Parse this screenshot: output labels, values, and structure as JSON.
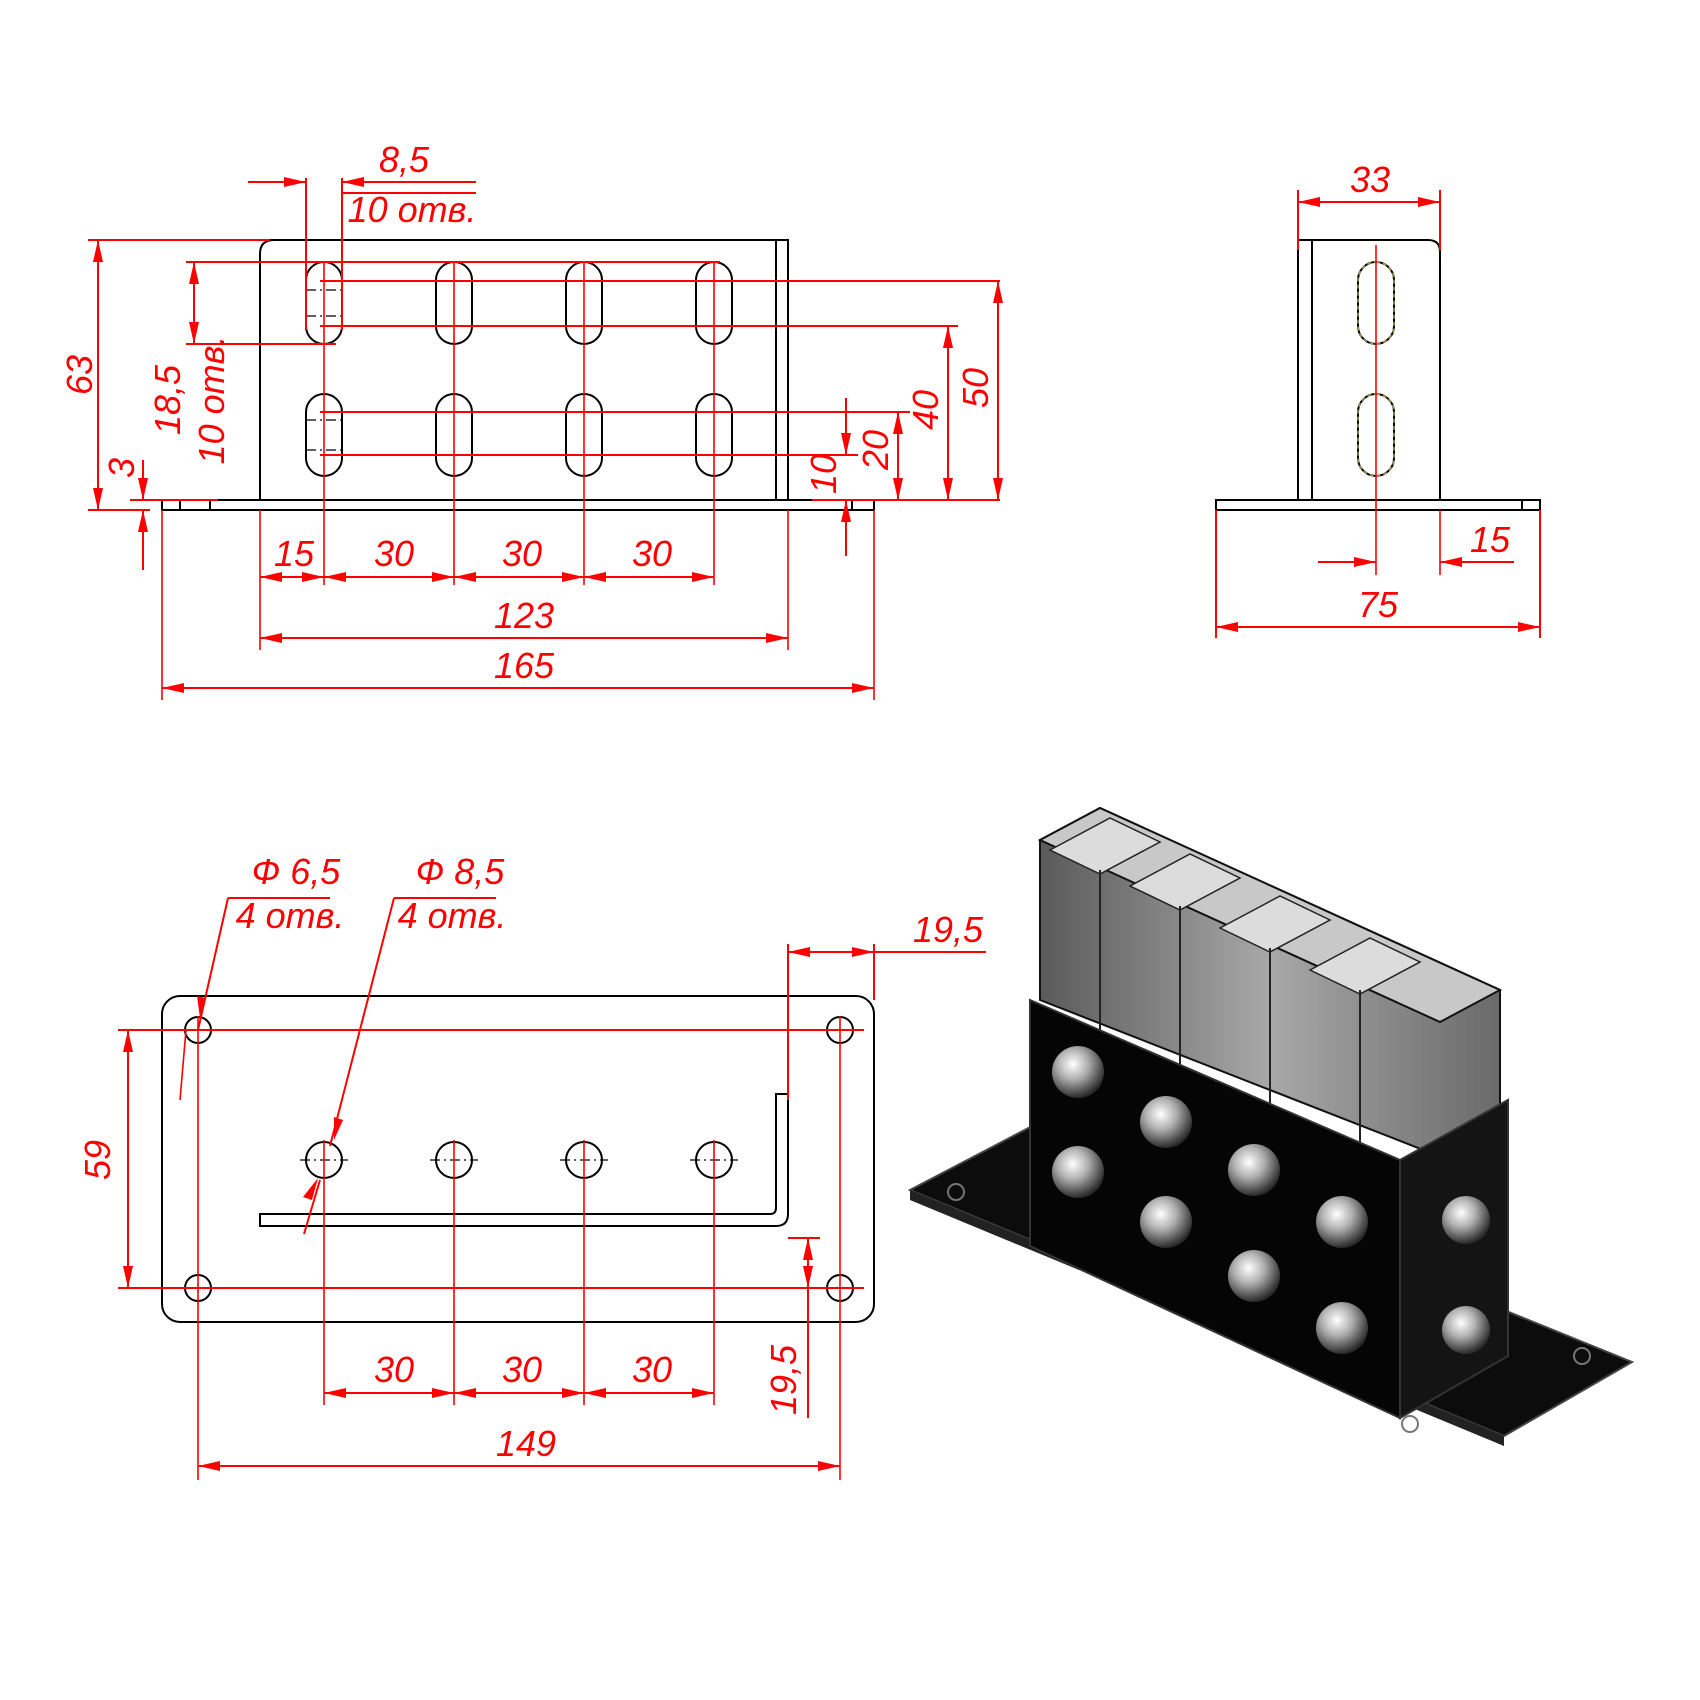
{
  "front_view": {
    "slot_width": "8,5",
    "slot_count_1": "10 отв.",
    "slot_length": "18,5",
    "slot_count_2": "10 отв.",
    "height_total": "63",
    "plate_thickness": "3",
    "dim_10": "10",
    "dim_20": "20",
    "dim_40": "40",
    "dim_50": "50",
    "offset_15": "15",
    "pitch_1": "30",
    "pitch_2": "30",
    "pitch_3": "30",
    "length_123": "123",
    "length_165": "165"
  },
  "side_view": {
    "top_width": "33",
    "offset_15": "15",
    "base_width": "75"
  },
  "top_view": {
    "hole_small": "Ф 6,5",
    "hole_small_count": "4 отв.",
    "hole_large": "Ф 8,5",
    "hole_large_count": "4 отв.",
    "edge_19_5_top": "19,5",
    "height_59": "59",
    "pitch_1": "30",
    "pitch_2": "30",
    "pitch_3": "30",
    "edge_19_5_side": "19,5",
    "length_149": "149"
  },
  "colors": {
    "dimension": "#ff0000",
    "outline": "#000000",
    "render_body": "#111111",
    "render_profile": "#8a8a8a"
  }
}
